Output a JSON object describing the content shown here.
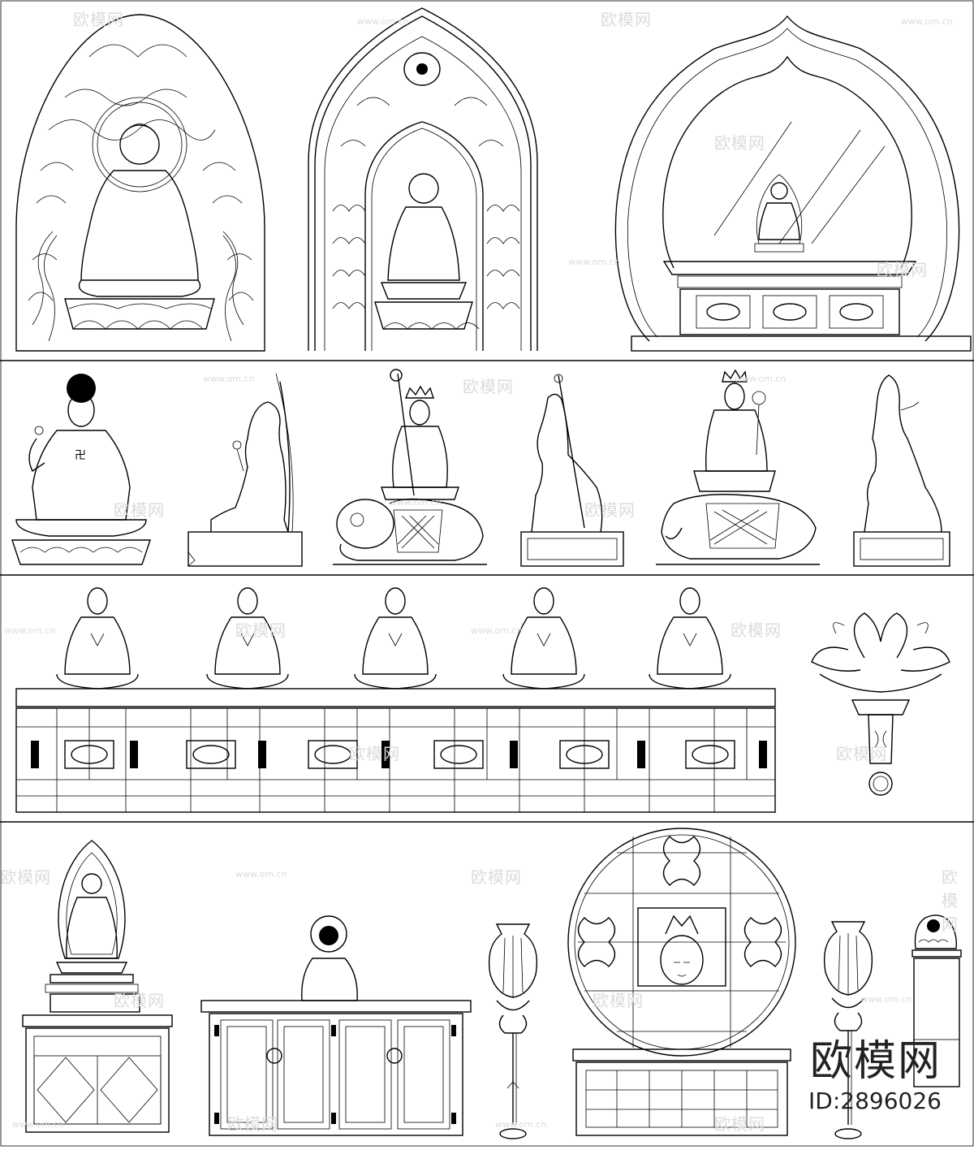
{
  "watermark": {
    "brand": "欧模网",
    "site": "www.om.cn"
  },
  "brand_stamp": {
    "logo": "欧模网",
    "id_text": "ID:2896026"
  },
  "colors": {
    "line": "#000000",
    "watermark": "#dcdcdc",
    "background": "#ffffff"
  }
}
